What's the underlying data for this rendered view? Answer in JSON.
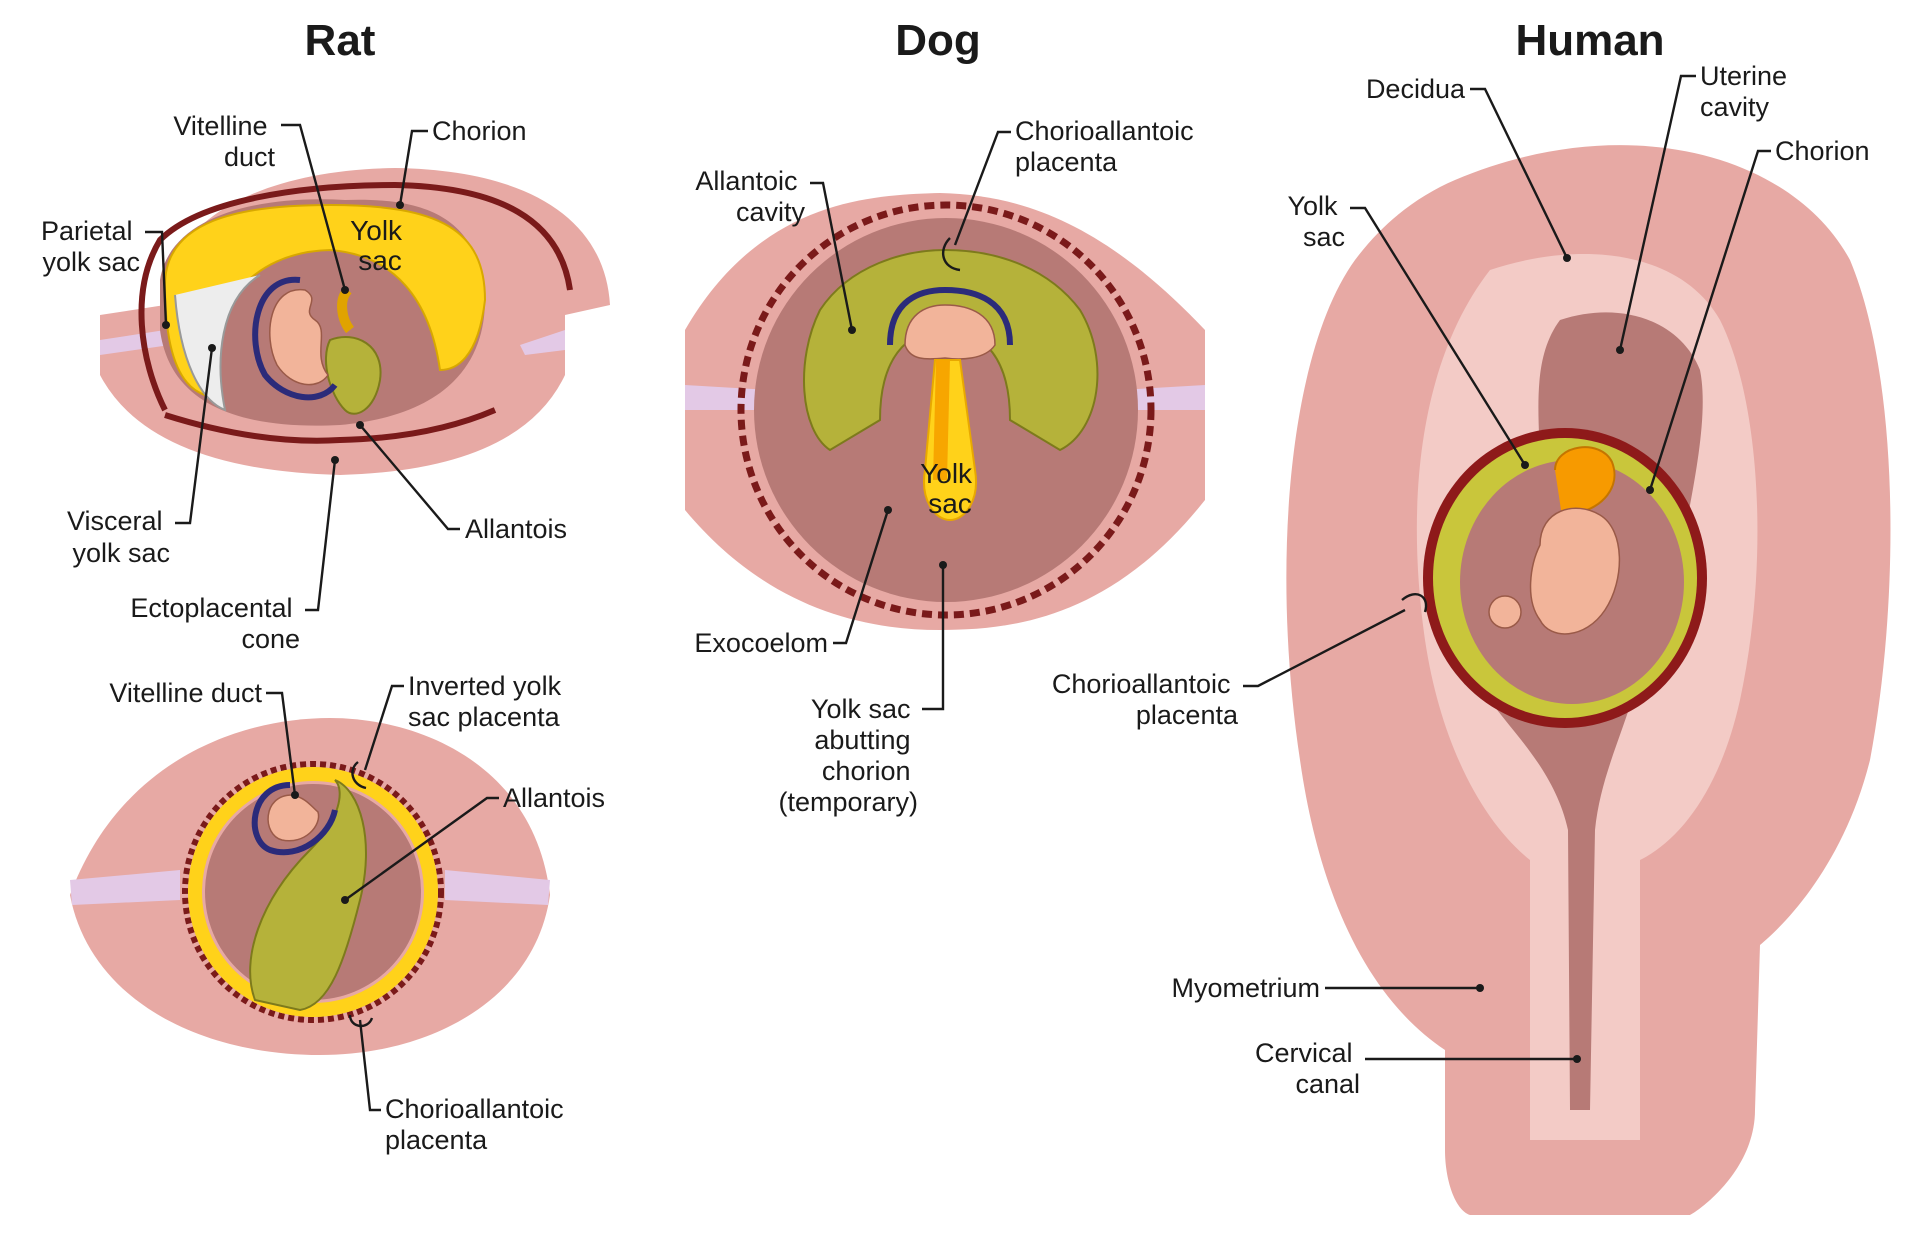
{
  "panels": {
    "rat": {
      "title": "Rat",
      "top": {
        "yolk_sac": [
          "Yolk",
          "sac"
        ],
        "labels": {
          "vitelline_duct": [
            "Vitelline",
            "duct"
          ],
          "chorion": "Chorion",
          "parietal_yolk_sac": [
            "Parietal",
            "yolk sac"
          ],
          "visceral_yolk_sac": [
            "Visceral",
            "yolk sac"
          ],
          "allantois": "Allantois",
          "ectoplacental_cone": [
            "Ectoplacental",
            "cone"
          ]
        }
      },
      "bottom": {
        "labels": {
          "vitelline_duct": "Vitelline duct",
          "inverted_yolk_sac_placenta": [
            "Inverted yolk",
            "sac placenta"
          ],
          "allantois": "Allantois",
          "chorioallantoic_placenta": [
            "Chorioallantoic",
            "placenta"
          ]
        }
      }
    },
    "dog": {
      "title": "Dog",
      "yolk_sac": [
        "Yolk",
        "sac"
      ],
      "labels": {
        "chorioallantoic_placenta": [
          "Chorioallantoic",
          "placenta"
        ],
        "allantoic_cavity": [
          "Allantoic",
          "cavity"
        ],
        "exocoelom": "Exocoelom",
        "yolk_sac_abutting": [
          "Yolk sac",
          "abutting",
          "chorion",
          "(temporary)"
        ]
      }
    },
    "human": {
      "title": "Human",
      "labels": {
        "decidua": "Decidua",
        "uterine_cavity": [
          "Uterine",
          "cavity"
        ],
        "chorion": "Chorion",
        "yolk_sac": [
          "Yolk",
          "sac"
        ],
        "chorioallantoic_placenta": [
          "Chorioallantoic",
          "placenta"
        ],
        "myometrium": "Myometrium",
        "cervical_canal": [
          "Cervical",
          "canal"
        ]
      }
    }
  },
  "colors": {
    "tissue": "#e7a9a4",
    "yolk_sac": "#ffd21a",
    "allantois": "#b5b23a",
    "amnion": "#2b2b7a",
    "chorion": "#7a1a1a"
  }
}
